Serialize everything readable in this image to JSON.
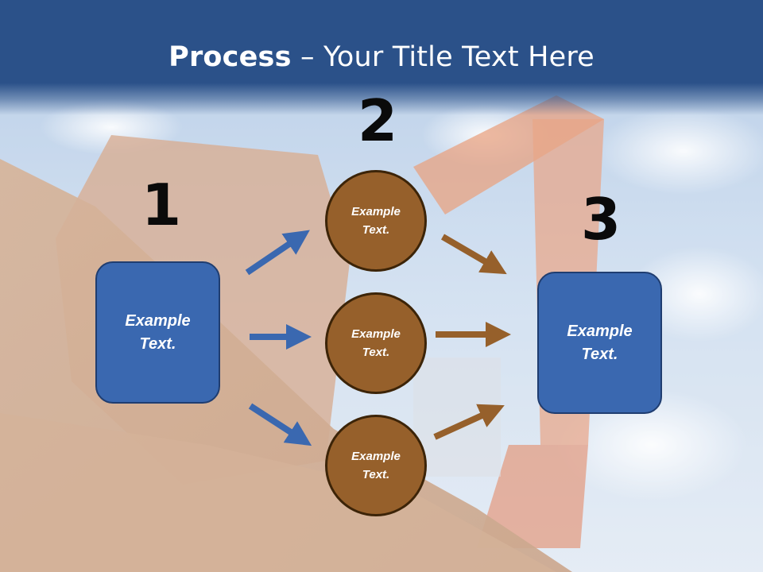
{
  "title": {
    "bold": "Process",
    "rest": " – Your Title Text Here"
  },
  "steps": {
    "one": "1",
    "two": "2",
    "three": "3"
  },
  "left_box": {
    "text": "Example Text."
  },
  "right_box": {
    "text": "Example Text."
  },
  "circles": [
    {
      "text": "Example Text."
    },
    {
      "text": "Example Text."
    },
    {
      "text": "Example Text."
    }
  ],
  "colors": {
    "title_bar": "#2b5189",
    "box_fill": "#3a68b0",
    "circle_fill": "#96602b",
    "blue_arrow": "#3a68b0",
    "brown_arrow": "#96602b"
  }
}
